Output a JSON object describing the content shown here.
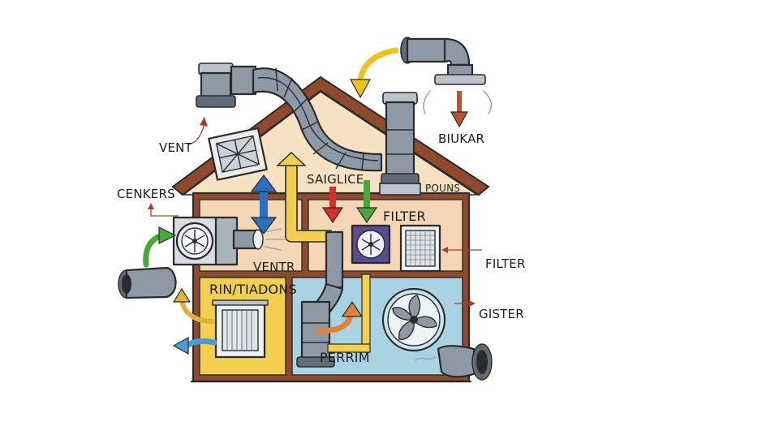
{
  "labels": {
    "vent": "VENT",
    "cenkers": "CENKERS",
    "biukar": "BIUKAR",
    "saiglice": "SAIGLICE",
    "pouns": "POUNS",
    "filter_room": "FILTER",
    "filter_side": "FILTER",
    "ventr": "VENTR",
    "rintiadons": "RIN/TIADONS",
    "gister": "GISTER",
    "perrim": "PERRIM"
  },
  "colors": {
    "roof_wall": "#f6e7c9",
    "attic": "#f7e3c3",
    "room_peach": "#f5d6b5",
    "room_yellow": "#f2cf4e",
    "room_blue": "#a9d3e2",
    "frame_brown": "#8f4a2d",
    "duct_gray": "#8d9aa6",
    "arrow_blue": "#2b6fbf",
    "arrow_red": "#d7322a",
    "arrow_green": "#4aa83a",
    "arrow_yellow": "#f0c020",
    "arrow_orange": "#e0833a",
    "arrow_brown": "#b5552f",
    "filter_purple": "#5a4c8f"
  },
  "icons": [
    "fan-icon",
    "filter-grille-icon",
    "vent-grille-icon",
    "hvac-unit-icon",
    "duct-icon",
    "airflow-arrow-icon"
  ]
}
